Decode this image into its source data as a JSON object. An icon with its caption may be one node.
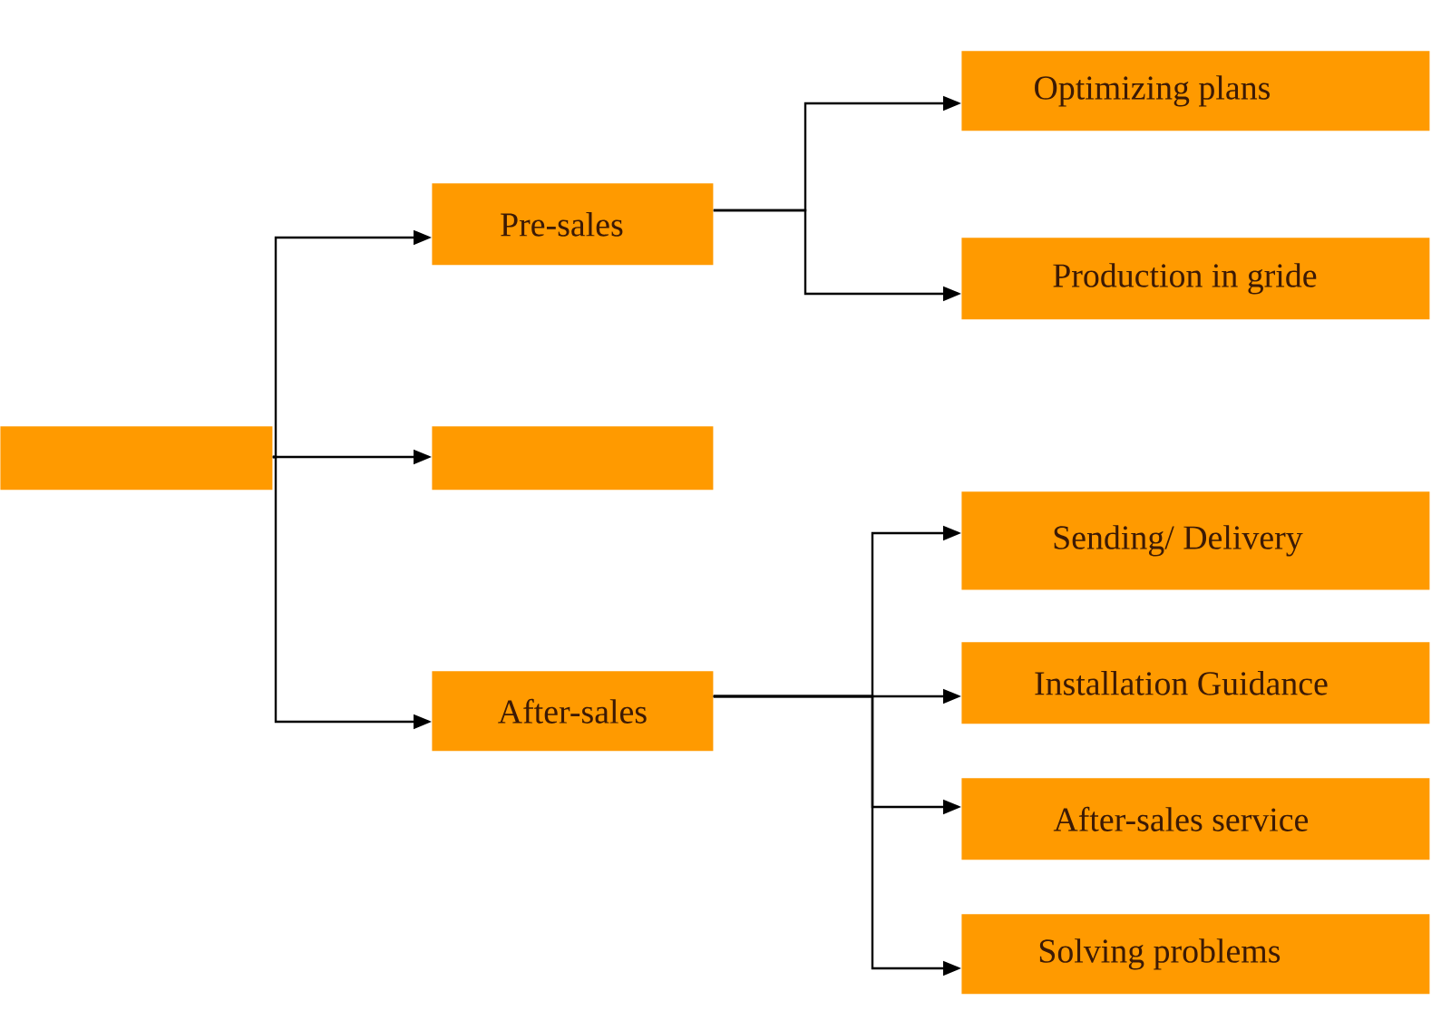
{
  "diagram": {
    "nodes": [
      {
        "text": [],
        "shape": "box"
      },
      {
        "text": [
          "Pre-sales"
        ]
      },
      {
        "text": [],
        "shape": "box"
      },
      {
        "text": [
          "After-sales"
        ]
      },
      {
        "text": [
          "Optimizing plans"
        ]
      },
      {
        "text": [
          "Production in gride"
        ]
      },
      {
        "text": [
          "Sending/ Delivery"
        ]
      },
      {
        "text": [
          "Installation Guidance"
        ]
      },
      {
        "text": [
          "After-sales service"
        ]
      },
      {
        "text": [
          "Solving problems"
        ]
      }
    ],
    "edges": [
      {
        "from": 0,
        "to": 1,
        "arrow": "to"
      },
      {
        "from": 0,
        "to": 2,
        "arrow": "to"
      },
      {
        "from": 0,
        "to": 3,
        "arrow": "to"
      },
      {
        "from": 1,
        "to": 4,
        "arrow": "to"
      },
      {
        "from": 1,
        "to": 5,
        "arrow": "to"
      },
      {
        "from": 3,
        "to": 6,
        "arrow": "to"
      },
      {
        "from": 3,
        "to": 7,
        "arrow": "to"
      },
      {
        "from": 3,
        "to": 8,
        "arrow": "to"
      },
      {
        "from": 3,
        "to": 9,
        "arrow": "to"
      }
    ]
  }
}
